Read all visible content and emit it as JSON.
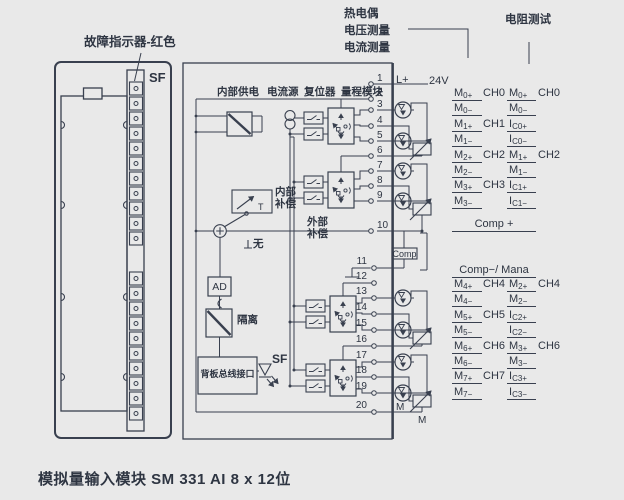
{
  "caption": "模拟量输入模块  SM 331 AI 8 x 12位",
  "module": {
    "fault_label": "故障指示器-红色",
    "sf": "SF"
  },
  "top_labels": {
    "thermocouple": "热电偶",
    "voltage_measure": "电压测量",
    "current_measure": "电流测量",
    "resistance_test": "电阻测试"
  },
  "circuit": {
    "internal_supply": "内部供电",
    "current_source": "电流源",
    "resetter": "复位器",
    "range_module": "量程模块",
    "internal_comp": "内部\n补偿",
    "external_comp": "外部\n补偿",
    "none_option": "无",
    "t_label": "T",
    "ad": "AD",
    "isolation": "隔离",
    "backplane": "背板总线接口",
    "sf": "SF",
    "comp_box": "Comp"
  },
  "power": {
    "l_plus": "L+",
    "voltage": "24V",
    "m_bus": "M",
    "m_ext": "M"
  },
  "terminals": [
    "1",
    "2",
    "3",
    "4",
    "5",
    "6",
    "7",
    "8",
    "9",
    "10",
    "11",
    "12",
    "13",
    "14",
    "15",
    "16",
    "17",
    "18",
    "19",
    "20"
  ],
  "readout": {
    "rows_upper": [
      {
        "a": "M_0+_",
        "a_ch": "CH0",
        "b": "M_0+_",
        "b_ch": "CH0"
      },
      {
        "a": "M_0−_",
        "b": "M_0−_"
      },
      {
        "a": "M_1+_",
        "a_ch": "CH1",
        "b": "I_C0+_"
      },
      {
        "a": "M_1−_",
        "b": "I_C0−_"
      },
      {
        "a": "M_2+_",
        "a_ch": "CH2",
        "b": "M_1+_",
        "b_ch": "CH2"
      },
      {
        "a": "M_2−_",
        "b": "M_1−_"
      },
      {
        "a": "M_3+_",
        "a_ch": "CH3",
        "b": "I_C1+_"
      },
      {
        "a": "M_3−_",
        "b": "I_C1−_"
      }
    ],
    "comp_plus": "Comp +",
    "comp_minus": "Comp−/ Mana",
    "rows_lower": [
      {
        "a": "M_4+_",
        "a_ch": "CH4",
        "b": "M_2+_",
        "b_ch": "CH4"
      },
      {
        "a": "M_4−_",
        "b": "M_2−_"
      },
      {
        "a": "M_5+_",
        "a_ch": "CH5",
        "b": "I_C2+_"
      },
      {
        "a": "M_5−_",
        "b": "I_C2−_"
      },
      {
        "a": "M_6+_",
        "a_ch": "CH6",
        "b": "M_3+_",
        "b_ch": "CH6"
      },
      {
        "a": "M_6−_",
        "b": "M_3−_"
      },
      {
        "a": "M_7+_",
        "a_ch": "CH7",
        "b": "I_C3+_"
      },
      {
        "a": "M_7−_",
        "b": "I_C3−_"
      }
    ]
  },
  "colors": {
    "ink": "#39404f",
    "bg": "#e9e9e9"
  }
}
